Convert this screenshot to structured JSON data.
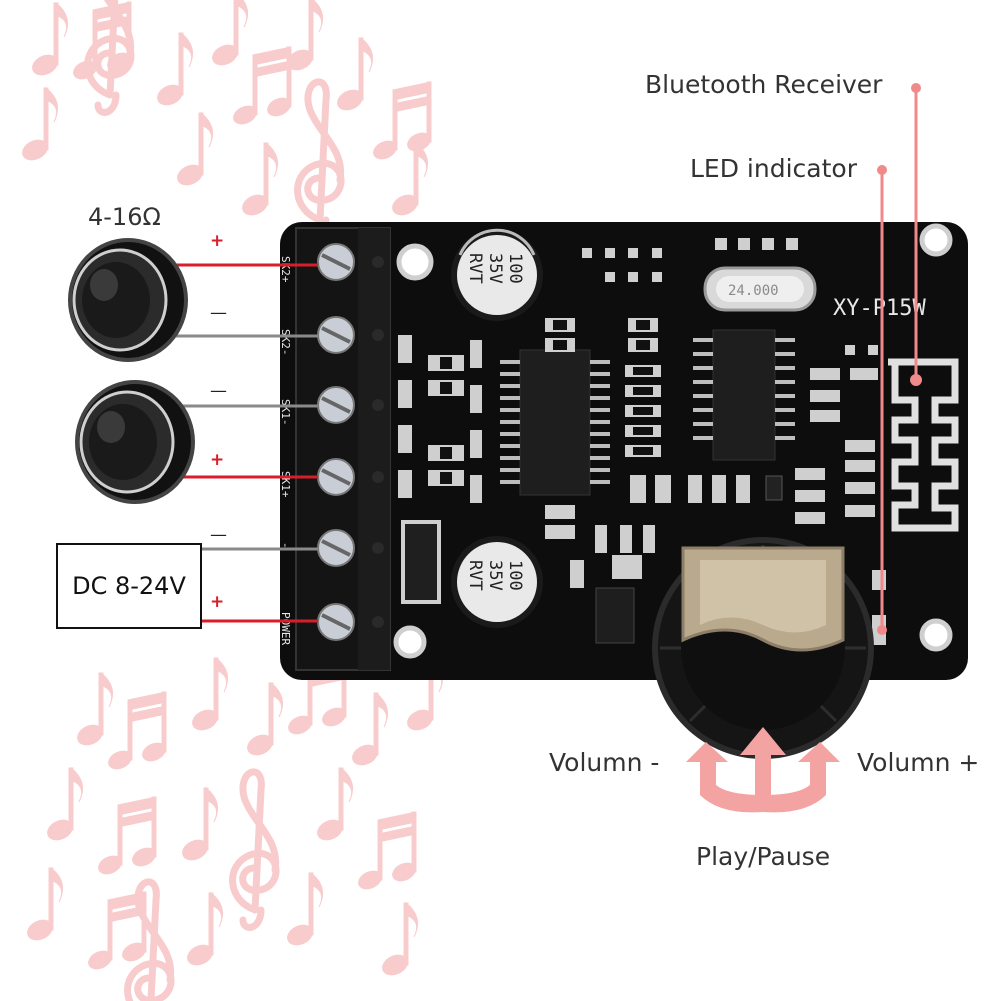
{
  "labels": {
    "bluetooth_receiver": "Bluetooth Receiver",
    "led_indicator": "LED indicator",
    "impedance": "4-16Ω",
    "dc_input": "DC 8-24V",
    "volume_minus": "Volumn -",
    "volume_plus": "Volumn +",
    "play_pause": "Play/Pause"
  },
  "polarity": {
    "plus": "+",
    "minus": "—"
  },
  "board": {
    "model": "XY-P15W",
    "capacitor_top": [
      "100",
      "35V",
      "RVT"
    ],
    "capacitor_bottom": [
      "100",
      "35V",
      "RVT"
    ],
    "crystal": "24.000",
    "terminals": [
      "SK2+",
      "SK2-",
      "SK1-",
      "SK1+",
      "-",
      "POWER"
    ]
  },
  "colors": {
    "board": "#0d0d0d",
    "plus_wire": "#d81e2a",
    "minus_wire": "#8a8a8a",
    "pointer_line": "#f08a8a",
    "arrow": "#f4a3a3",
    "notes": "#f8cccc"
  }
}
